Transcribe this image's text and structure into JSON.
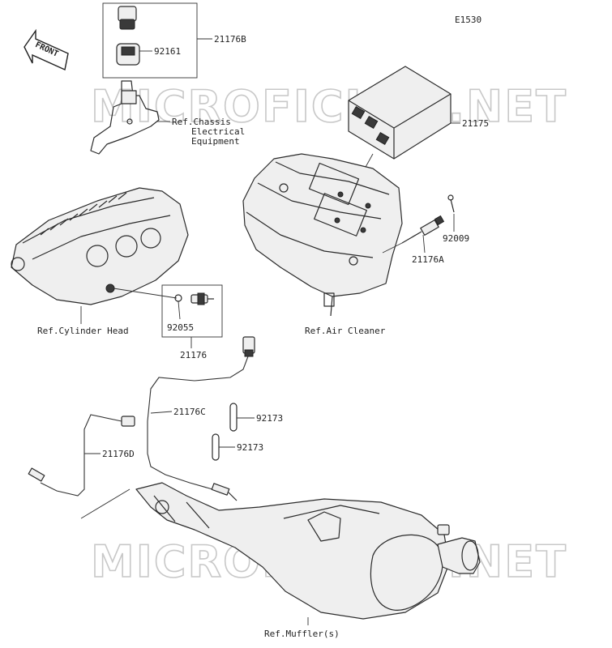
{
  "diagram_code": "E1530",
  "front_label": "FRONT",
  "watermark": "MICROFICHES.NET",
  "labels": {
    "p21176B": "21176B",
    "p92161": "92161",
    "ref_chassis_1": "Ref.Chassis",
    "ref_chassis_2": "Electrical",
    "ref_chassis_3": "Equipment",
    "p21175": "21175",
    "p92009": "92009",
    "p21176A": "21176A",
    "ref_cylinder_head": "Ref.Cylinder Head",
    "p92055": "92055",
    "p21176": "21176",
    "ref_air_cleaner": "Ref.Air Cleaner",
    "p21176C": "21176C",
    "p92173_a": "92173",
    "p92173_b": "92173",
    "p21176D": "21176D",
    "ref_muffler": "Ref.Muffler(s)"
  }
}
